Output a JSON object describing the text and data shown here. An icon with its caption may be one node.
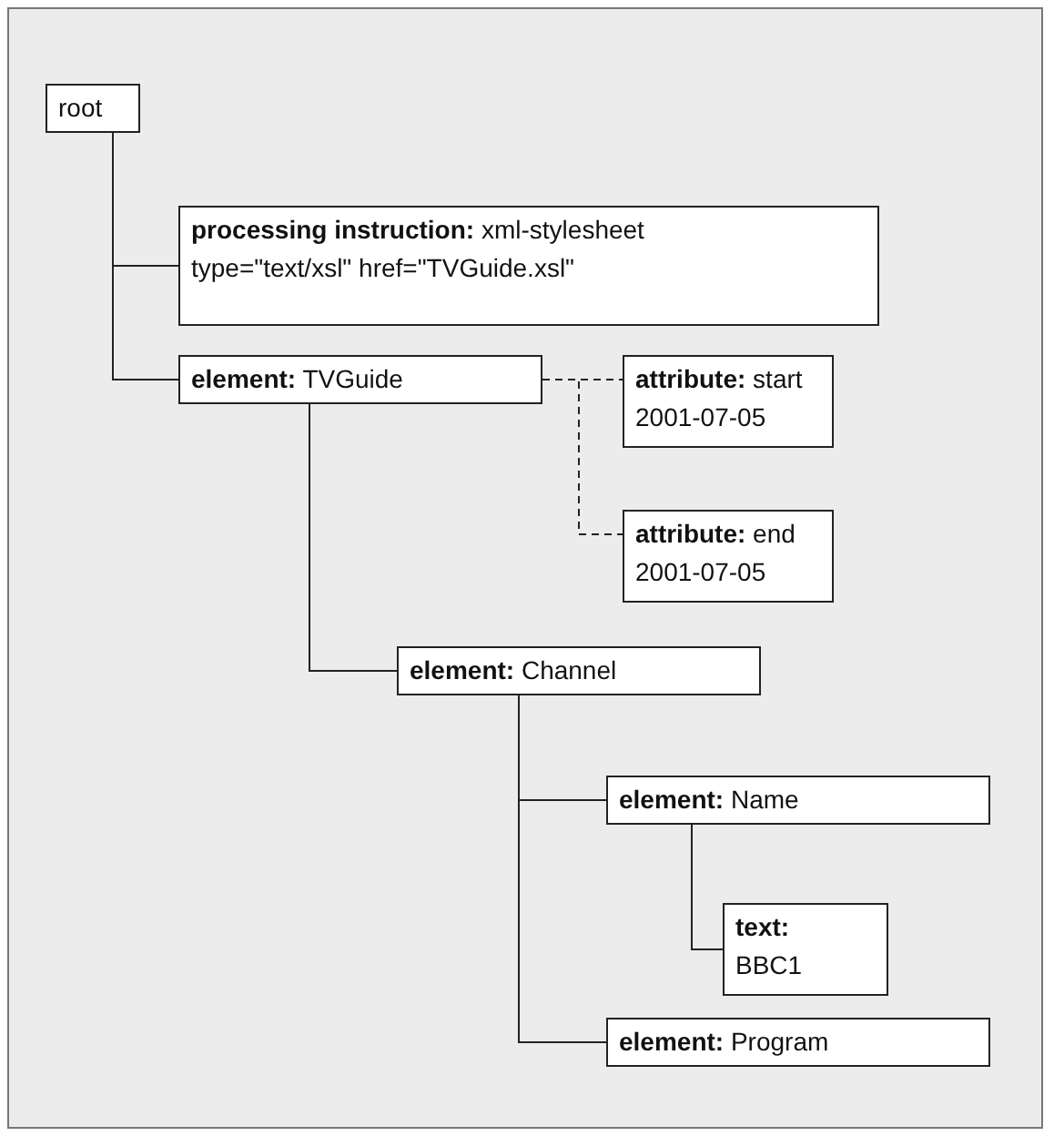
{
  "diagram": {
    "nodes": [
      {
        "text": [
          "root"
        ]
      },
      {
        "text": [
          "**processing instruction:** xml-stylesheet type=\"text/xsl\" href=\"TVGuide.xsl\""
        ]
      },
      {
        "text": [
          "**element:** TVGuide"
        ]
      },
      {
        "text": [
          "**attribute:** start 2001-07-05"
        ]
      },
      {
        "text": [
          "**attribute:** end 2001-07-05"
        ]
      },
      {
        "text": [
          "**element:** Channel"
        ]
      },
      {
        "text": [
          "**element:** Name"
        ]
      },
      {
        "text": [
          "**text:** BBC1"
        ]
      },
      {
        "text": [
          "**element:** Program"
        ]
      }
    ],
    "edges": [
      {
        "from": 0,
        "to": 1,
        "arrow": "none"
      },
      {
        "from": 0,
        "to": 2,
        "arrow": "none"
      },
      {
        "from": 2,
        "to": 3,
        "arrow": "none",
        "style": "dashed"
      },
      {
        "from": 2,
        "to": 4,
        "arrow": "none",
        "style": "dashed"
      },
      {
        "from": 2,
        "to": 5,
        "arrow": "none"
      },
      {
        "from": 5,
        "to": 6,
        "arrow": "none"
      },
      {
        "from": 6,
        "to": 7,
        "arrow": "none"
      },
      {
        "from": 5,
        "to": 8,
        "arrow": "none"
      }
    ]
  }
}
